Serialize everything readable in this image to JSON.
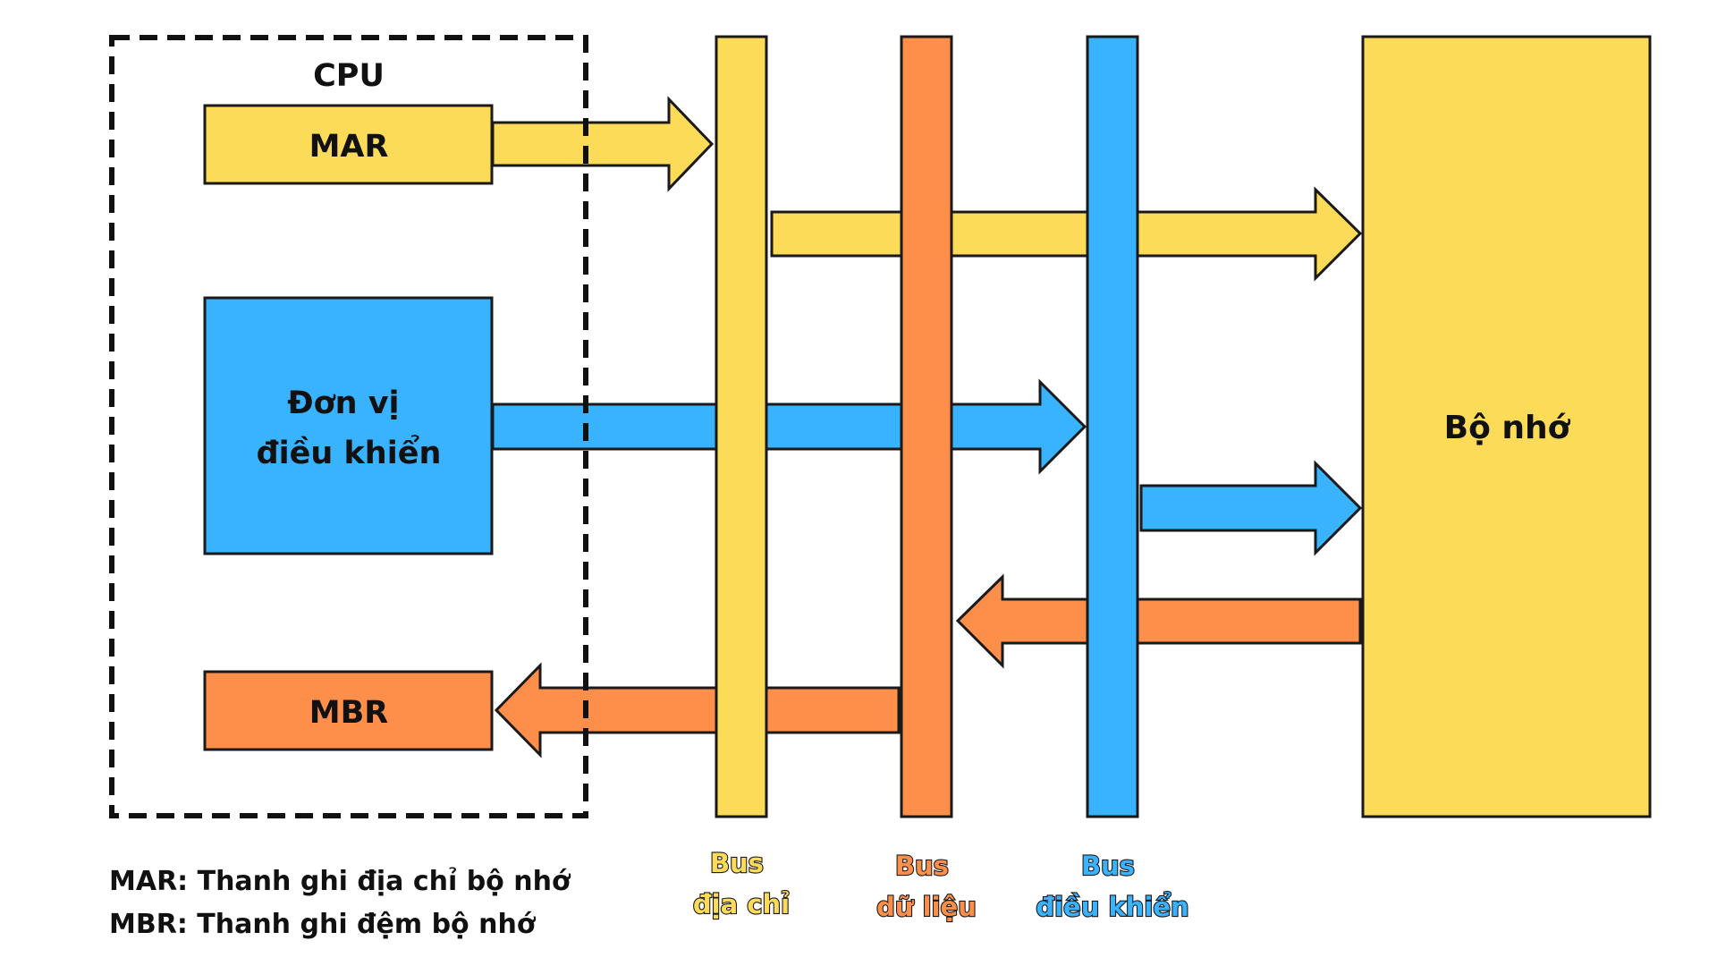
{
  "cpu": {
    "label": "CPU",
    "mar_label": "MAR",
    "control_unit_label": [
      "Đơn vị",
      "điều khiển"
    ],
    "mbr_label": "MBR"
  },
  "memory": {
    "label": "Bộ nhớ"
  },
  "buses": {
    "address": [
      "Bus",
      "địa chỉ"
    ],
    "data": [
      "Bus",
      "dữ liệu"
    ],
    "control": [
      "Bus",
      "điều khiển"
    ]
  },
  "legend": {
    "mar": "MAR: Thanh ghi địa chỉ bộ nhớ",
    "mbr": "MBR: Thanh ghi đệm bộ nhớ"
  },
  "colors": {
    "yellow": "#FCDB59",
    "orange": "#FD8F4B",
    "blue": "#39B3FD",
    "outline": "#1a1a1a"
  }
}
